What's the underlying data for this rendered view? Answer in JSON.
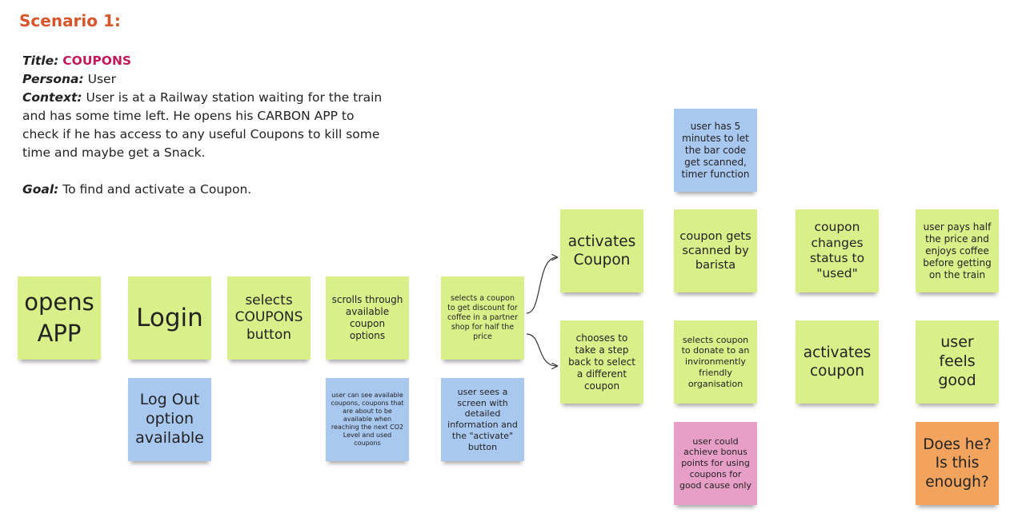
{
  "scenario_heading": "Scenario 1:",
  "info": {
    "title_label": "Title:",
    "title_value": "COUPONS",
    "persona_label": "Persona:",
    "persona_value": "User",
    "context_label": "Context:",
    "context_value": "User is at a Railway station waiting for the train and has some time left. He opens his CARBON APP to check if he has access to any useful Coupons to kill some time and maybe get a Snack.",
    "goal_label": "Goal:",
    "goal_value": "To find and activate a Coupon."
  },
  "colors": {
    "heading": "#d9552b",
    "title_value": "#c2185b",
    "sticky_green": "#d9f08a",
    "sticky_blue": "#a9c8f0",
    "sticky_pink": "#e79fc8",
    "sticky_orange": "#f2a45e"
  },
  "notes": {
    "opens_app": "opens APP",
    "login": "Login",
    "logout": "Log Out option available",
    "selects_coupons": "selects COUPONS button",
    "scrolls": "scrolls through available coupon options",
    "user_can_see": "user can see available coupons, coupons that are about to be available when reaching the next CO2 Level and used coupons",
    "selects_coupon_discount": "selects a coupon to get discount for coffee in a partner shop for half the price",
    "user_sees_screen": "user sees a screen with detailed information and the \"activate\" button",
    "activates_coupon_1": "activates Coupon",
    "chooses_step_back": "chooses to take a step back to select a different coupon",
    "timer_note": "user has 5 minutes to let the bar code get scanned, timer function",
    "coupon_scanned": "coupon gets scanned by barista",
    "selects_donate": "selects coupon to donate to an invironmently friendly organisation",
    "bonus_points": "user could achieve bonus points for using coupons for good cause only",
    "status_used": "coupon changes status to \"used\"",
    "activates_coupon_2": "activates coupon",
    "pays_half": "user pays half the price and enjoys coffee before getting on the train",
    "feels_good": "user feels good",
    "does_he": "Does he? Is this enough?"
  }
}
